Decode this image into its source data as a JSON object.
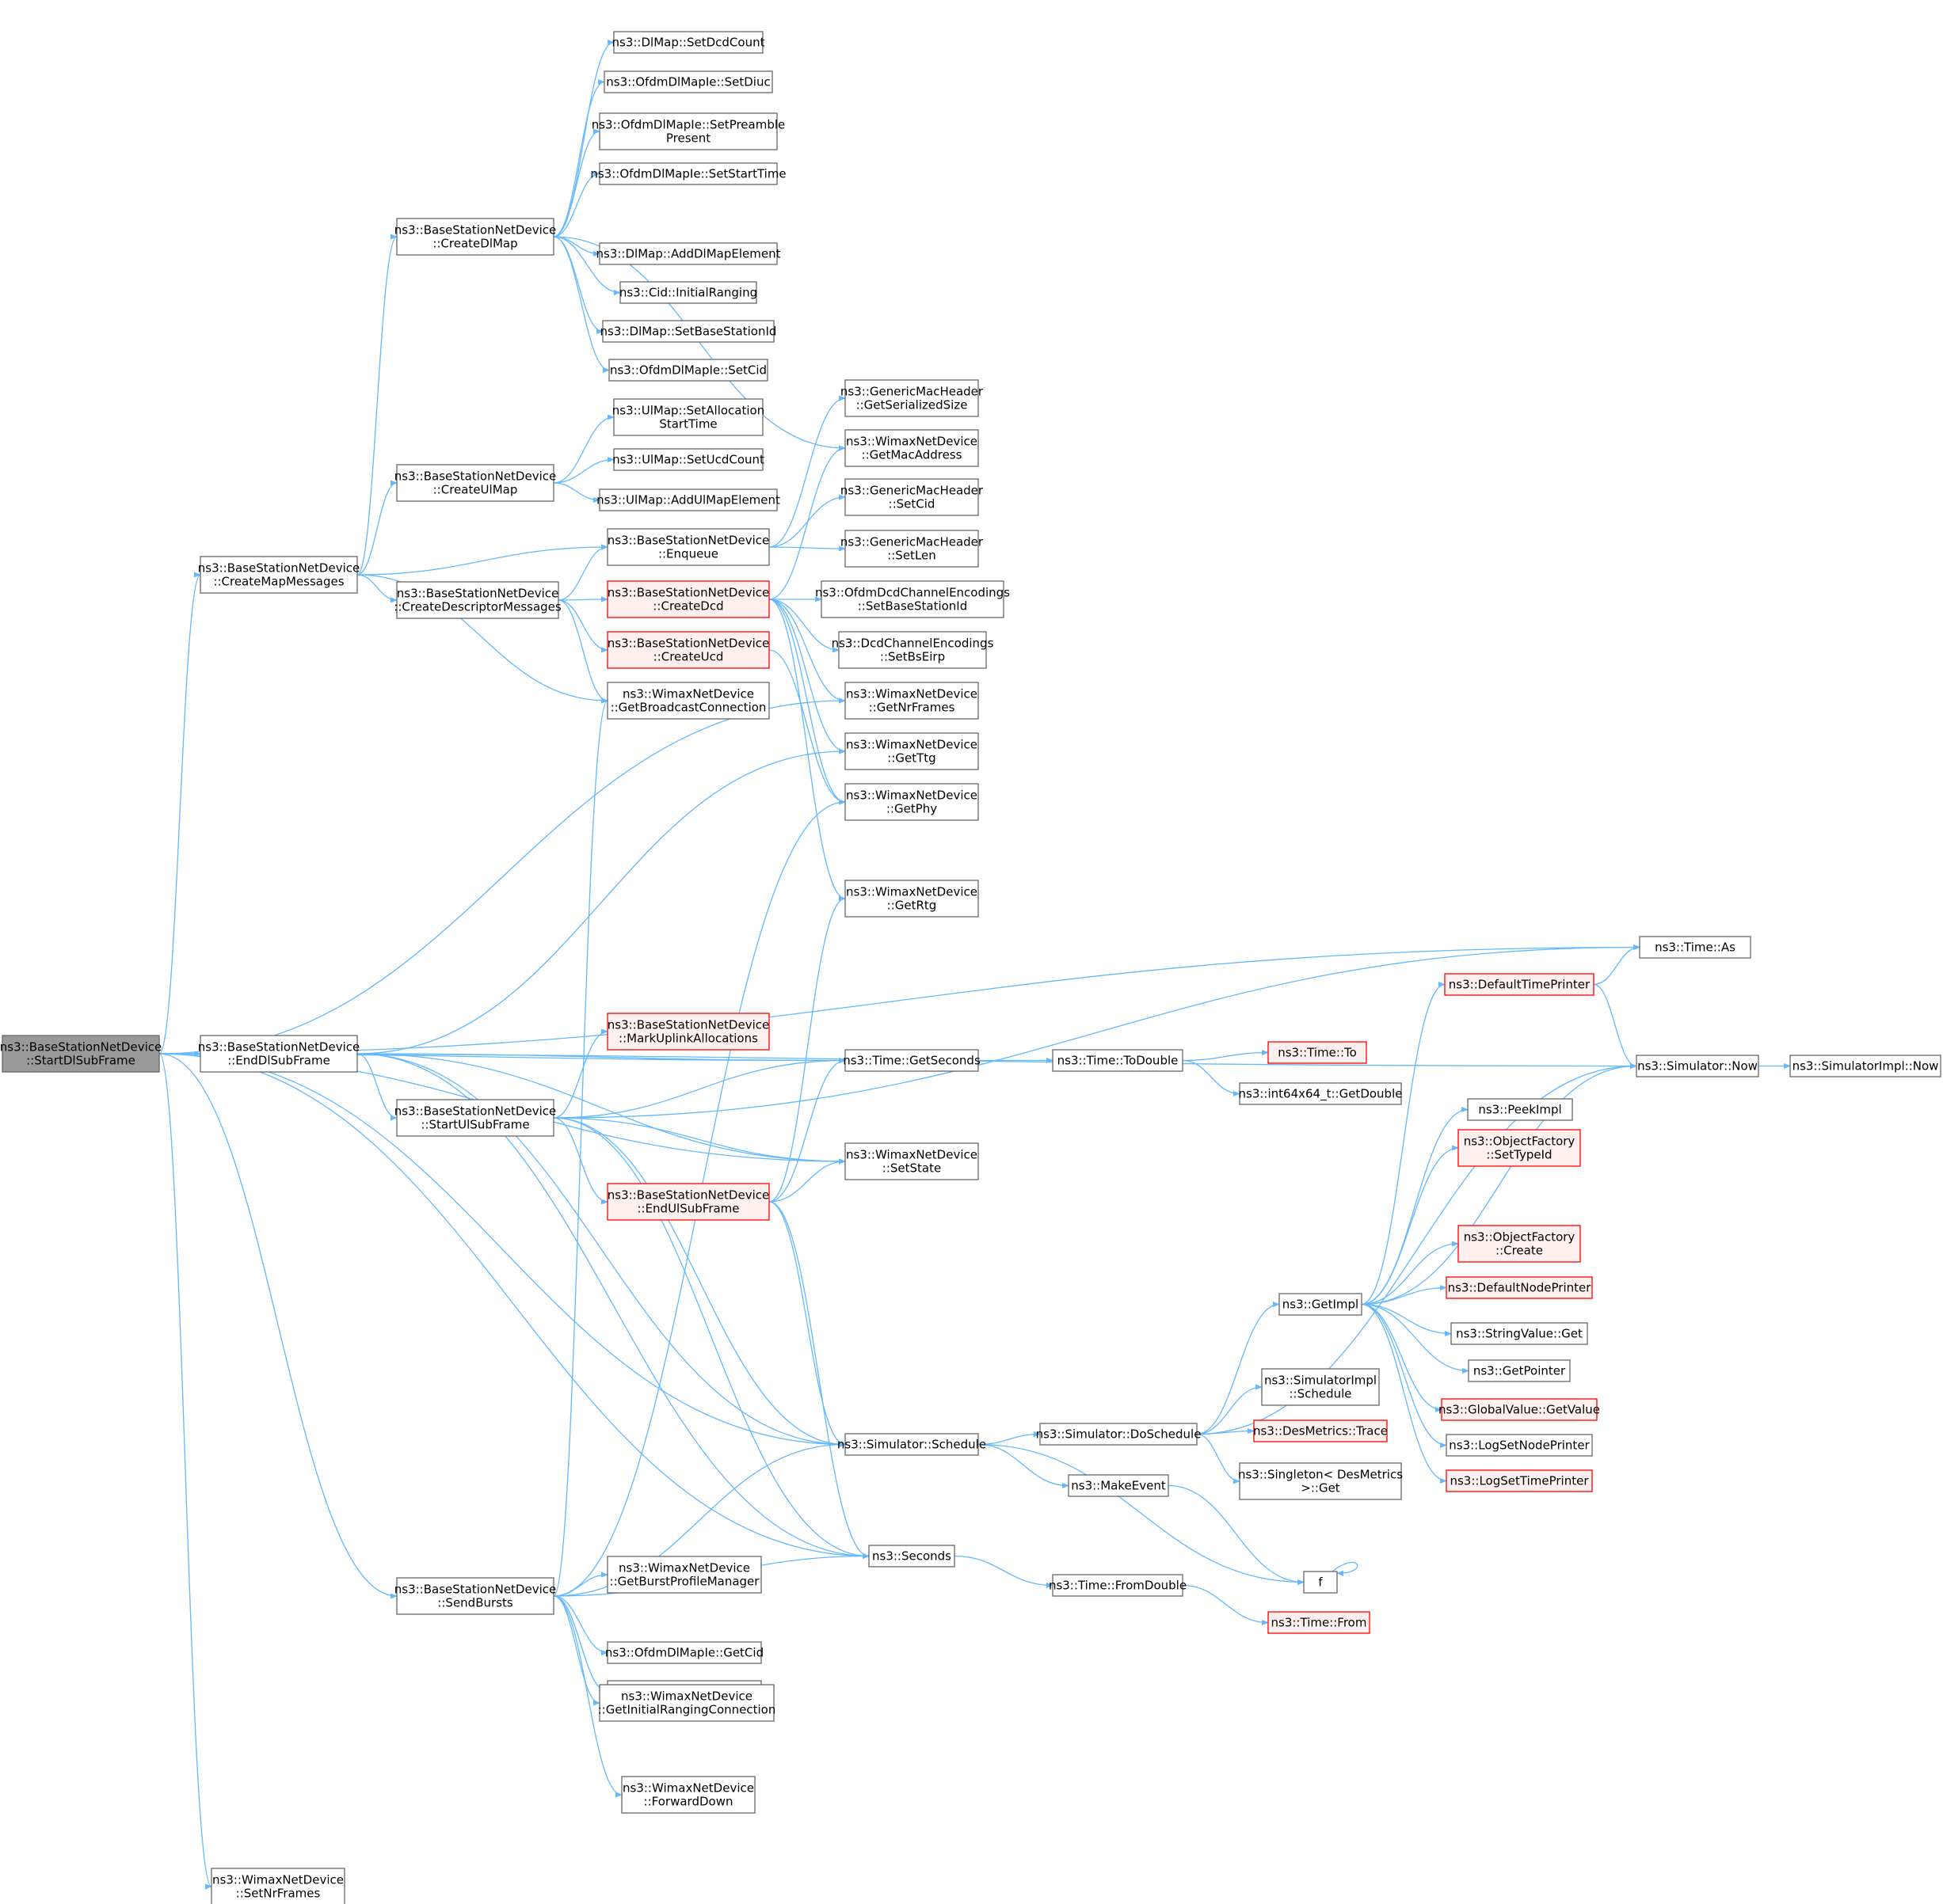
{
  "colors": {
    "edge": "#63b8ff",
    "node_border": "#666666",
    "node_fill": "#ffffff",
    "root_fill": "#999999",
    "truncated_border": "#ff0000",
    "truncated_fill": "#fff0f0"
  },
  "nodes": [
    {
      "id": "root",
      "lines": [
        "ns3::BaseStationNetDevice",
        "::StartDlSubFrame"
      ],
      "style": "root"
    },
    {
      "id": "createMap",
      "lines": [
        "ns3::BaseStationNetDevice",
        "::CreateMapMessages"
      ],
      "style": "normal"
    },
    {
      "id": "endDl",
      "lines": [
        "ns3::BaseStationNetDevice",
        "::EndDlSubFrame"
      ],
      "style": "normal"
    },
    {
      "id": "sendBursts",
      "lines": [
        "ns3::BaseStationNetDevice",
        "::SendBursts"
      ],
      "style": "normal"
    },
    {
      "id": "setNrFrames",
      "lines": [
        "ns3::WimaxNetDevice",
        "::SetNrFrames"
      ],
      "style": "normal"
    },
    {
      "id": "createDlMap",
      "lines": [
        "ns3::BaseStationNetDevice",
        "::CreateDlMap"
      ],
      "style": "normal"
    },
    {
      "id": "createUlMap",
      "lines": [
        "ns3::BaseStationNetDevice",
        "::CreateUlMap"
      ],
      "style": "normal"
    },
    {
      "id": "createDesc",
      "lines": [
        "ns3::BaseStationNetDevice",
        "::CreateDescriptorMessages"
      ],
      "style": "normal"
    },
    {
      "id": "startUl",
      "lines": [
        "ns3::BaseStationNetDevice",
        "::StartUlSubFrame"
      ],
      "style": "normal"
    },
    {
      "id": "dlSetDcd",
      "lines": [
        "ns3::DlMap::SetDcdCount"
      ],
      "style": "normal"
    },
    {
      "id": "setDiuc",
      "lines": [
        "ns3::OfdmDlMapIe::SetDiuc"
      ],
      "style": "normal"
    },
    {
      "id": "setPreamble",
      "lines": [
        "ns3::OfdmDlMapIe::SetPreamble",
        "Present"
      ],
      "style": "normal"
    },
    {
      "id": "setStartTime",
      "lines": [
        "ns3::OfdmDlMapIe::SetStartTime"
      ],
      "style": "normal"
    },
    {
      "id": "addDlElem",
      "lines": [
        "ns3::DlMap::AddDlMapElement"
      ],
      "style": "normal"
    },
    {
      "id": "initRanging",
      "lines": [
        "ns3::Cid::InitialRanging"
      ],
      "style": "normal"
    },
    {
      "id": "setBsId",
      "lines": [
        "ns3::DlMap::SetBaseStationId"
      ],
      "style": "normal"
    },
    {
      "id": "dlSetCid",
      "lines": [
        "ns3::OfdmDlMapIe::SetCid"
      ],
      "style": "normal"
    },
    {
      "id": "ulSetAlloc",
      "lines": [
        "ns3::UlMap::SetAllocation",
        "StartTime"
      ],
      "style": "normal"
    },
    {
      "id": "ulSetUcd",
      "lines": [
        "ns3::UlMap::SetUcdCount"
      ],
      "style": "normal"
    },
    {
      "id": "ulAddElem",
      "lines": [
        "ns3::UlMap::AddUlMapElement"
      ],
      "style": "normal"
    },
    {
      "id": "enqueue",
      "lines": [
        "ns3::BaseStationNetDevice",
        "::Enqueue"
      ],
      "style": "normal"
    },
    {
      "id": "createDcd",
      "lines": [
        "ns3::BaseStationNetDevice",
        "::CreateDcd"
      ],
      "style": "truncated"
    },
    {
      "id": "createUcd",
      "lines": [
        "ns3::BaseStationNetDevice",
        "::CreateUcd"
      ],
      "style": "truncated"
    },
    {
      "id": "getBcast",
      "lines": [
        "ns3::WimaxNetDevice",
        "::GetBroadcastConnection"
      ],
      "style": "normal"
    },
    {
      "id": "markUl",
      "lines": [
        "ns3::BaseStationNetDevice",
        "::MarkUplinkAllocations"
      ],
      "style": "truncated"
    },
    {
      "id": "endUl",
      "lines": [
        "ns3::BaseStationNetDevice",
        "::EndUlSubFrame"
      ],
      "style": "truncated"
    },
    {
      "id": "getBurstProf",
      "lines": [
        "ns3::WimaxNetDevice",
        "::GetBurstProfileManager"
      ],
      "style": "normal"
    },
    {
      "id": "dlGetCid",
      "lines": [
        "ns3::OfdmDlMapIe::GetCid"
      ],
      "style": "normal"
    },
    {
      "id": "dlGetDiuc",
      "lines": [
        "ns3::OfdmDlMapIe::GetDiuc"
      ],
      "style": "normal"
    },
    {
      "id": "getInitRang",
      "lines": [
        "ns3::WimaxNetDevice",
        "::GetInitialRangingConnection"
      ],
      "style": "normal"
    },
    {
      "id": "fwdDown",
      "lines": [
        "ns3::WimaxNetDevice",
        "::ForwardDown"
      ],
      "style": "normal"
    },
    {
      "id": "gmhSerSize",
      "lines": [
        "ns3::GenericMacHeader",
        "::GetSerializedSize"
      ],
      "style": "normal"
    },
    {
      "id": "getMac",
      "lines": [
        "ns3::WimaxNetDevice",
        "::GetMacAddress"
      ],
      "style": "normal"
    },
    {
      "id": "gmhSetCid",
      "lines": [
        "ns3::GenericMacHeader",
        "::SetCid"
      ],
      "style": "normal"
    },
    {
      "id": "gmhSetLen",
      "lines": [
        "ns3::GenericMacHeader",
        "::SetLen"
      ],
      "style": "normal"
    },
    {
      "id": "ofdmDcdSetBs",
      "lines": [
        "ns3::OfdmDcdChannelEncodings",
        "::SetBaseStationId"
      ],
      "style": "normal"
    },
    {
      "id": "dcdSetEirp",
      "lines": [
        "ns3::DcdChannelEncodings",
        "::SetBsEirp"
      ],
      "style": "normal"
    },
    {
      "id": "getNrFrames",
      "lines": [
        "ns3::WimaxNetDevice",
        "::GetNrFrames"
      ],
      "style": "normal"
    },
    {
      "id": "getTtg",
      "lines": [
        "ns3::WimaxNetDevice",
        "::GetTtg"
      ],
      "style": "normal"
    },
    {
      "id": "getPhy",
      "lines": [
        "ns3::WimaxNetDevice",
        "::GetPhy"
      ],
      "style": "normal"
    },
    {
      "id": "getRtg",
      "lines": [
        "ns3::WimaxNetDevice",
        "::GetRtg"
      ],
      "style": "normal"
    },
    {
      "id": "getSeconds",
      "lines": [
        "ns3::Time::GetSeconds"
      ],
      "style": "normal"
    },
    {
      "id": "setState",
      "lines": [
        "ns3::WimaxNetDevice",
        "::SetState"
      ],
      "style": "normal"
    },
    {
      "id": "schedule",
      "lines": [
        "ns3::Simulator::Schedule"
      ],
      "style": "normal"
    },
    {
      "id": "seconds",
      "lines": [
        "ns3::Seconds"
      ],
      "style": "normal"
    },
    {
      "id": "toDouble",
      "lines": [
        "ns3::Time::ToDouble"
      ],
      "style": "normal"
    },
    {
      "id": "timeTo",
      "lines": [
        "ns3::Time::To"
      ],
      "style": "truncated"
    },
    {
      "id": "i64GetDouble",
      "lines": [
        "ns3::int64x64_t::GetDouble"
      ],
      "style": "normal"
    },
    {
      "id": "doSchedule",
      "lines": [
        "ns3::Simulator::DoSchedule"
      ],
      "style": "normal"
    },
    {
      "id": "makeEvent",
      "lines": [
        "ns3::MakeEvent"
      ],
      "style": "normal"
    },
    {
      "id": "fromDouble",
      "lines": [
        "ns3::Time::FromDouble"
      ],
      "style": "normal"
    },
    {
      "id": "timeFrom",
      "lines": [
        "ns3::Time::From"
      ],
      "style": "truncated"
    },
    {
      "id": "getImpl",
      "lines": [
        "ns3::GetImpl"
      ],
      "style": "normal"
    },
    {
      "id": "implSchedule",
      "lines": [
        "ns3::SimulatorImpl",
        "::Schedule"
      ],
      "style": "normal"
    },
    {
      "id": "desTrace",
      "lines": [
        "ns3::DesMetrics::Trace"
      ],
      "style": "truncated"
    },
    {
      "id": "singletonGet",
      "lines": [
        "ns3::Singleton< DesMetrics",
        ">::Get"
      ],
      "style": "normal"
    },
    {
      "id": "f",
      "lines": [
        "f"
      ],
      "style": "normal"
    },
    {
      "id": "defTimePrinter",
      "lines": [
        "ns3::DefaultTimePrinter"
      ],
      "style": "truncated"
    },
    {
      "id": "peekImpl",
      "lines": [
        "ns3::PeekImpl"
      ],
      "style": "normal"
    },
    {
      "id": "ofSetTypeId",
      "lines": [
        "ns3::ObjectFactory",
        "::SetTypeId"
      ],
      "style": "truncated"
    },
    {
      "id": "ofCreate",
      "lines": [
        "ns3::ObjectFactory",
        "::Create"
      ],
      "style": "truncated"
    },
    {
      "id": "defNodePrinter",
      "lines": [
        "ns3::DefaultNodePrinter"
      ],
      "style": "truncated"
    },
    {
      "id": "strValGet",
      "lines": [
        "ns3::StringValue::Get"
      ],
      "style": "normal"
    },
    {
      "id": "getPointer",
      "lines": [
        "ns3::GetPointer"
      ],
      "style": "normal"
    },
    {
      "id": "gvGetValue",
      "lines": [
        "ns3::GlobalValue::GetValue"
      ],
      "style": "truncated"
    },
    {
      "id": "logSetNode",
      "lines": [
        "ns3::LogSetNodePrinter"
      ],
      "style": "normal"
    },
    {
      "id": "logSetTime",
      "lines": [
        "ns3::LogSetTimePrinter"
      ],
      "style": "truncated"
    },
    {
      "id": "timeAs",
      "lines": [
        "ns3::Time::As"
      ],
      "style": "normal"
    },
    {
      "id": "simNow",
      "lines": [
        "ns3::Simulator::Now"
      ],
      "style": "normal"
    },
    {
      "id": "implNow",
      "lines": [
        "ns3::SimulatorImpl::Now"
      ],
      "style": "normal"
    }
  ],
  "edges": [
    [
      "root",
      "timeAs"
    ],
    [
      "root",
      "createMap"
    ],
    [
      "root",
      "getNrFrames"
    ],
    [
      "root",
      "simNow"
    ],
    [
      "root",
      "getSeconds"
    ],
    [
      "root",
      "endDl"
    ],
    [
      "root",
      "setState"
    ],
    [
      "root",
      "schedule"
    ],
    [
      "root",
      "seconds"
    ],
    [
      "root",
      "sendBursts"
    ],
    [
      "root",
      "setNrFrames"
    ],
    [
      "createMap",
      "createDlMap"
    ],
    [
      "createMap",
      "createUlMap"
    ],
    [
      "createMap",
      "enqueue"
    ],
    [
      "createMap",
      "createDesc"
    ],
    [
      "createMap",
      "getBcast"
    ],
    [
      "createDlMap",
      "dlSetDcd"
    ],
    [
      "createDlMap",
      "setDiuc"
    ],
    [
      "createDlMap",
      "setPreamble"
    ],
    [
      "createDlMap",
      "setStartTime"
    ],
    [
      "createDlMap",
      "getMac"
    ],
    [
      "createDlMap",
      "addDlElem"
    ],
    [
      "createDlMap",
      "initRanging"
    ],
    [
      "createDlMap",
      "setBsId"
    ],
    [
      "createDlMap",
      "dlSetCid"
    ],
    [
      "createUlMap",
      "ulSetAlloc"
    ],
    [
      "createUlMap",
      "ulSetUcd"
    ],
    [
      "createUlMap",
      "ulAddElem"
    ],
    [
      "createDesc",
      "enqueue"
    ],
    [
      "createDesc",
      "createDcd"
    ],
    [
      "createDesc",
      "createUcd"
    ],
    [
      "createDesc",
      "getBcast"
    ],
    [
      "enqueue",
      "gmhSerSize"
    ],
    [
      "enqueue",
      "gmhSetCid"
    ],
    [
      "enqueue",
      "gmhSetLen"
    ],
    [
      "createDcd",
      "getMac"
    ],
    [
      "createDcd",
      "ofdmDcdSetBs"
    ],
    [
      "createDcd",
      "dcdSetEirp"
    ],
    [
      "createDcd",
      "getNrFrames"
    ],
    [
      "createDcd",
      "getTtg"
    ],
    [
      "createDcd",
      "getPhy"
    ],
    [
      "createDcd",
      "getRtg"
    ],
    [
      "createUcd",
      "getPhy"
    ],
    [
      "endDl",
      "getTtg"
    ],
    [
      "endDl",
      "getSeconds"
    ],
    [
      "endDl",
      "setState"
    ],
    [
      "endDl",
      "startUl"
    ],
    [
      "endDl",
      "schedule"
    ],
    [
      "endDl",
      "seconds"
    ],
    [
      "startUl",
      "timeAs"
    ],
    [
      "startUl",
      "markUl"
    ],
    [
      "startUl",
      "getSeconds"
    ],
    [
      "startUl",
      "setState"
    ],
    [
      "startUl",
      "endUl"
    ],
    [
      "startUl",
      "schedule"
    ],
    [
      "startUl",
      "seconds"
    ],
    [
      "endUl",
      "getRtg"
    ],
    [
      "endUl",
      "getSeconds"
    ],
    [
      "endUl",
      "setState"
    ],
    [
      "endUl",
      "schedule"
    ],
    [
      "endUl",
      "seconds"
    ],
    [
      "sendBursts",
      "getBcast"
    ],
    [
      "sendBursts",
      "getPhy"
    ],
    [
      "sendBursts",
      "schedule"
    ],
    [
      "sendBursts",
      "getBurstProf"
    ],
    [
      "sendBursts",
      "dlGetCid"
    ],
    [
      "sendBursts",
      "dlGetDiuc"
    ],
    [
      "sendBursts",
      "getInitRang"
    ],
    [
      "sendBursts",
      "fwdDown"
    ],
    [
      "sendBursts",
      "seconds"
    ],
    [
      "getSeconds",
      "toDouble"
    ],
    [
      "toDouble",
      "timeTo"
    ],
    [
      "toDouble",
      "i64GetDouble"
    ],
    [
      "schedule",
      "doSchedule"
    ],
    [
      "schedule",
      "makeEvent"
    ],
    [
      "schedule",
      "f"
    ],
    [
      "seconds",
      "fromDouble"
    ],
    [
      "fromDouble",
      "timeFrom"
    ],
    [
      "doSchedule",
      "getImpl"
    ],
    [
      "doSchedule",
      "implSchedule"
    ],
    [
      "doSchedule",
      "desTrace"
    ],
    [
      "doSchedule",
      "singletonGet"
    ],
    [
      "doSchedule",
      "simNow"
    ],
    [
      "makeEvent",
      "f"
    ],
    [
      "f",
      "f"
    ],
    [
      "getImpl",
      "defTimePrinter"
    ],
    [
      "getImpl",
      "peekImpl"
    ],
    [
      "getImpl",
      "ofSetTypeId"
    ],
    [
      "getImpl",
      "ofCreate"
    ],
    [
      "getImpl",
      "defNodePrinter"
    ],
    [
      "getImpl",
      "strValGet"
    ],
    [
      "getImpl",
      "getPointer"
    ],
    [
      "getImpl",
      "gvGetValue"
    ],
    [
      "getImpl",
      "logSetNode"
    ],
    [
      "getImpl",
      "logSetTime"
    ],
    [
      "getImpl",
      "simNow"
    ],
    [
      "defTimePrinter",
      "timeAs"
    ],
    [
      "defTimePrinter",
      "simNow"
    ],
    [
      "simNow",
      "implNow"
    ]
  ]
}
